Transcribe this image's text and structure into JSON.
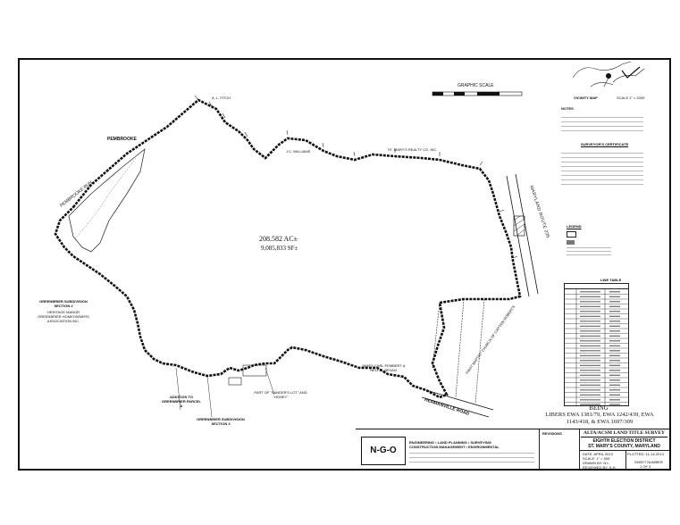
{
  "plat": {
    "acreage": "208.582 AC±",
    "square_feet": "9,085,833 SF±",
    "parcels": {
      "fitch": "A. L. FITCH",
      "pembrooke": "PEMBROOKE",
      "pembrooke_run": "PEMBROOKE RUN",
      "williams": "J.C. WILLIAMS",
      "st_marys_realty": "ST. MARY'S REALTY CO. INC.",
      "maryland_route": "MARYLAND ROUTE 235",
      "greenbrier_section_2": "GREENBRIER SUBDIVISION SECTION 2",
      "heritage_manor": "HERITAGE MANOR GREENBRIER HOMEOWNERS ASSOCIATION INC.",
      "addition_greenbrier": "ADDITION TO GREENBRIER PARCEL A",
      "greenbrier_section_3": "GREENBRIER SUBDIVISION SECTION 3",
      "part_of_lot": "PART OF \"SANDER'S LOT\" AND \"HONEY\"",
      "james_carl": "JAMES CARL PEMBERT & NELL R. BRYAN",
      "first_baptist": "FIRST BAPTIST CHURCH OF CAPTAIN ROBERTS",
      "hermanville_road": "HERMANVILLE ROAD"
    }
  },
  "graphic_scale": {
    "title": "GRAPHIC SCALE"
  },
  "vicinity_map": {
    "title": "VICINITY MAP",
    "scale": "SCALE 1\" = 2000'"
  },
  "notes_title": "NOTES",
  "surveyor_title": "SURVEYOR'S CERTIFICATE",
  "legend_title": "LEGEND",
  "line_table": {
    "title": "LINE TABLE",
    "rows": 24
  },
  "being": {
    "heading": "BEING",
    "text": "LIBERS EWA 1381/79, EWA 1242/439, EWA 1143/418, & EWA 1697/309"
  },
  "title_block": {
    "revisions_label": "REVISIONS",
    "survey_title": "ALTA/ACSM LAND TITLE SURVEY",
    "district": "EIGHTH ELECTION DISTRICT",
    "county": "ST. MARY'S COUNTY, MARYLAND",
    "company_logo": "N-G-O",
    "services_line1": "ENGINEERING • LAND PLANNING • SURVEYING",
    "services_line2": "CONSTRUCTION MANAGEMENT • ENVIRONMENTAL",
    "date_label": "DATE: APRIL 2013",
    "scale_label": "SCALE: 1\" = 300'",
    "plotted_label": "PLOTTED: 11-14-2013",
    "drawn_label": "DRAWN BY: N.L.",
    "reviewed_label": "REVIEWED BY: S.H.",
    "sheet_label": "SHEET NUMBER",
    "sheet_value": "1 OF 3"
  }
}
